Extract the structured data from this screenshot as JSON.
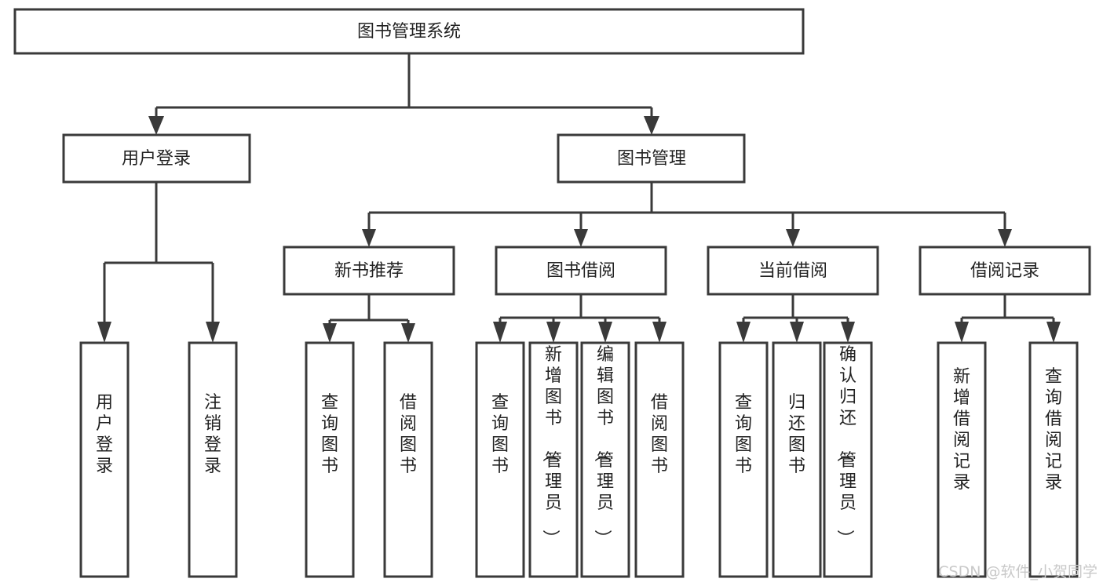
{
  "diagram": {
    "title": "图书管理系统",
    "type": "tree",
    "root": {
      "id": "root",
      "label": "图书管理系统",
      "orientation": "horizontal"
    },
    "level1": [
      {
        "id": "user-login",
        "label": "用户登录",
        "orientation": "horizontal"
      },
      {
        "id": "book-management",
        "label": "图书管理",
        "orientation": "horizontal"
      }
    ],
    "level2": [
      {
        "id": "new-book-recommend",
        "label": "新书推荐",
        "orientation": "horizontal",
        "parent": "book-management"
      },
      {
        "id": "book-borrow",
        "label": "图书借阅",
        "orientation": "horizontal",
        "parent": "book-management"
      },
      {
        "id": "current-borrow",
        "label": "当前借阅",
        "orientation": "horizontal",
        "parent": "book-management"
      },
      {
        "id": "borrow-record",
        "label": "借阅记录",
        "orientation": "horizontal",
        "parent": "book-management"
      }
    ],
    "leaves": [
      {
        "id": "leaf-user-login",
        "label": "用户登录",
        "orientation": "vertical",
        "parent": "user-login"
      },
      {
        "id": "leaf-logout",
        "label": "注销登录",
        "orientation": "vertical",
        "parent": "user-login"
      },
      {
        "id": "leaf-query-book-1",
        "label": "查询图书",
        "orientation": "vertical",
        "parent": "new-book-recommend"
      },
      {
        "id": "leaf-borrow-book-1",
        "label": "借阅图书",
        "orientation": "vertical",
        "parent": "new-book-recommend"
      },
      {
        "id": "leaf-query-book-2",
        "label": "查询图书",
        "orientation": "vertical",
        "parent": "book-borrow"
      },
      {
        "id": "leaf-add-book",
        "label": "新增图书（管理员）",
        "orientation": "vertical",
        "parent": "book-borrow"
      },
      {
        "id": "leaf-edit-book",
        "label": "编辑图书（管理员）",
        "orientation": "vertical",
        "parent": "book-borrow"
      },
      {
        "id": "leaf-borrow-book-2",
        "label": "借阅图书",
        "orientation": "vertical",
        "parent": "book-borrow"
      },
      {
        "id": "leaf-query-book-3",
        "label": "查询图书",
        "orientation": "vertical",
        "parent": "current-borrow"
      },
      {
        "id": "leaf-return-book",
        "label": "归还图书",
        "orientation": "vertical",
        "parent": "current-borrow"
      },
      {
        "id": "leaf-confirm-return",
        "label": "确认归还（管理员）",
        "orientation": "vertical",
        "parent": "current-borrow"
      },
      {
        "id": "leaf-add-record",
        "label": "新增借阅记录",
        "orientation": "vertical",
        "parent": "borrow-record"
      },
      {
        "id": "leaf-query-record",
        "label": "查询借阅记录",
        "orientation": "vertical",
        "parent": "borrow-record"
      }
    ]
  },
  "watermark": {
    "text": "CSDN @软件_小贺同学"
  },
  "colors": {
    "box_stroke": "#3a3a3a",
    "box_fill": "#ffffff",
    "text": "#222222",
    "watermark": "#c9c9c9",
    "background": "#ffffff"
  }
}
